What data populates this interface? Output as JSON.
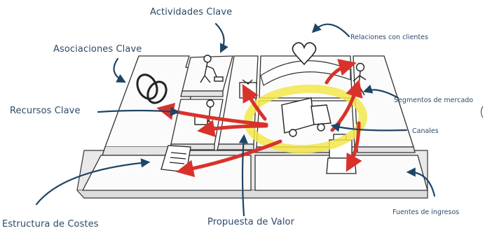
{
  "labels": {
    "actividades_clave": "Actividades Clave",
    "asociaciones_clave": "Asociaciones Clave",
    "recursos_clave": "Recursos Clave",
    "estructura_costes": "Estructura de Costes",
    "propuesta_valor": "Propuesta de Valor",
    "relaciones_clientes": "Relaciones con clientes",
    "segmentos_mercado": "Segmentos de mercado",
    "canales": "Canales",
    "fuentes_ingresos": "Fuentes de ingresos"
  },
  "colors": {
    "label_text": "#2c4a68",
    "pointer_arrow": "#1f4566",
    "flow_arrow": "#d9322b",
    "highlight_ring": "#f2e64a",
    "board_line": "#333333"
  }
}
